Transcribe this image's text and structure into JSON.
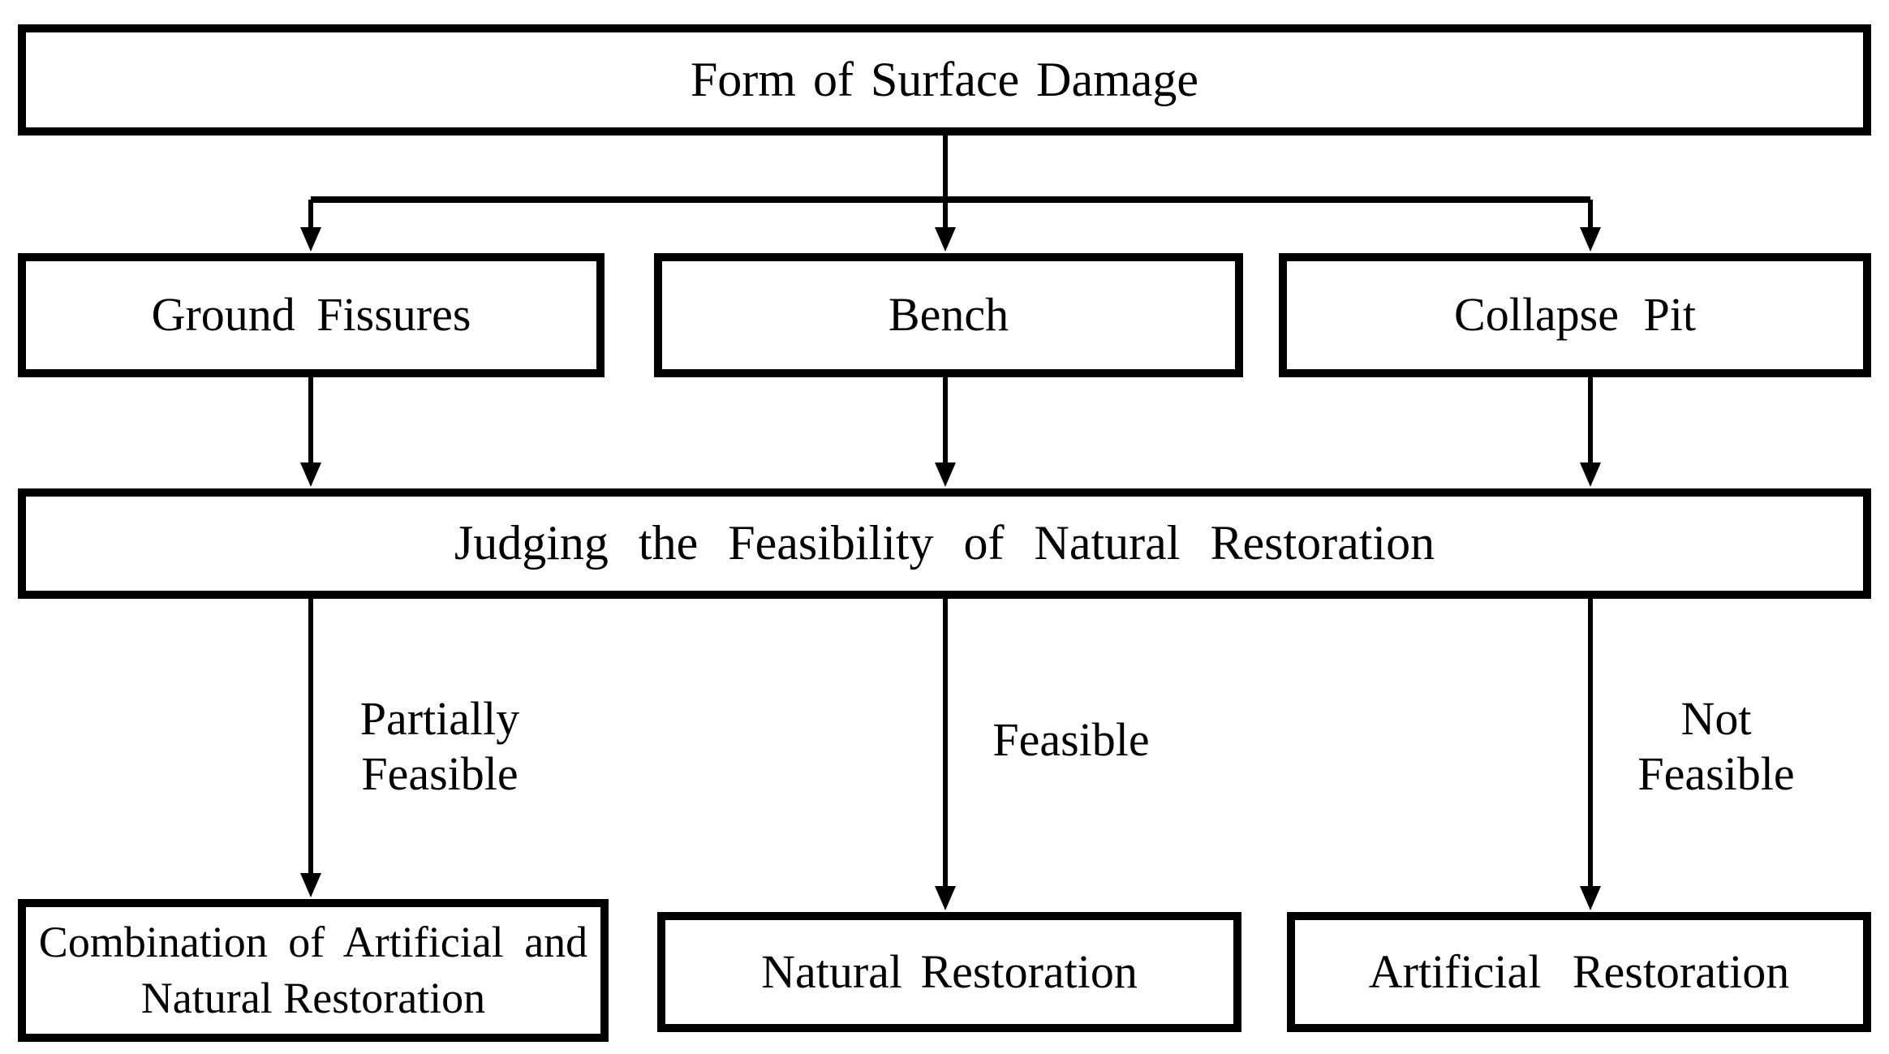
{
  "diagram": {
    "background_color": "#ffffff",
    "line_color": "#000000",
    "nodes": {
      "root": {
        "label": "Form of Surface Damage"
      },
      "ground_fissures": {
        "label": "Ground Fissures"
      },
      "bench": {
        "label": "Bench"
      },
      "collapse_pit": {
        "label": "Collapse Pit"
      },
      "judging": {
        "label": "Judging the Feasibility of Natural Restoration"
      },
      "combination": {
        "lines": [
          "Combination of Artificial and",
          "Natural Restoration"
        ]
      },
      "natural": {
        "label": "Natural Restoration"
      },
      "artificial": {
        "label": "Artificial Restoration"
      }
    },
    "edge_labels": {
      "partially_feasible": {
        "lines": [
          "Partially",
          "Feasible"
        ]
      },
      "feasible": {
        "label": "Feasible"
      },
      "not_feasible": {
        "lines": [
          "Not",
          "Feasible"
        ]
      }
    }
  }
}
